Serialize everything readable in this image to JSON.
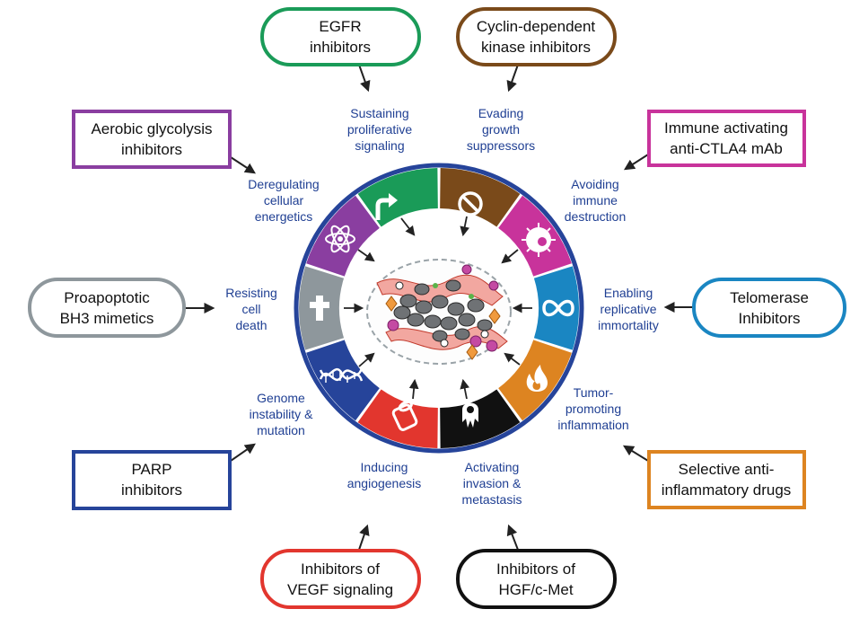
{
  "colors": {
    "ring_border": "#26449a",
    "hallmark_text": "#1f3f93",
    "arrow": "#222222"
  },
  "drugs": [
    {
      "id": "egfr",
      "lines": [
        "EGFR",
        "inhibitors"
      ],
      "color": "#1a9b58",
      "shape": "pill"
    },
    {
      "id": "cdk",
      "lines": [
        "Cyclin-dependent",
        "kinase inhibitors"
      ],
      "color": "#7a4a1a",
      "shape": "pill"
    },
    {
      "id": "immune",
      "lines": [
        "Immune activating",
        "anti-CTLA4 mAb"
      ],
      "color": "#c8339b",
      "shape": "rect"
    },
    {
      "id": "telomerase",
      "lines": [
        "Telomerase",
        "Inhibitors"
      ],
      "color": "#1a86c2",
      "shape": "pill"
    },
    {
      "id": "antiinflam",
      "lines": [
        "Selective anti-",
        "inflammatory drugs"
      ],
      "color": "#dd8421",
      "shape": "rect"
    },
    {
      "id": "hgf",
      "lines": [
        "Inhibitors of",
        "HGF/c-Met"
      ],
      "color": "#111111",
      "shape": "pill"
    },
    {
      "id": "vegf",
      "lines": [
        "Inhibitors of",
        "VEGF signaling"
      ],
      "color": "#e2362e",
      "shape": "pill"
    },
    {
      "id": "parp",
      "lines": [
        "PARP",
        "inhibitors"
      ],
      "color": "#26449a",
      "shape": "rect"
    },
    {
      "id": "bh3",
      "lines": [
        "Proapoptotic",
        "BH3 mimetics"
      ],
      "color": "#8e979c",
      "shape": "pill"
    },
    {
      "id": "glycolysis",
      "lines": [
        "Aerobic glycolysis",
        "inhibitors"
      ],
      "color": "#8a3ea0",
      "shape": "rect"
    }
  ],
  "hallmarks": [
    {
      "id": "proliferative",
      "lines": [
        "Sustaining",
        "proliferative",
        "signaling"
      ],
      "color": "#1a9b58",
      "icon": "arrow-icon"
    },
    {
      "id": "growth",
      "lines": [
        "Evading",
        "growth",
        "suppressors"
      ],
      "color": "#7a4a1a",
      "icon": "prohibition-icon"
    },
    {
      "id": "immune",
      "lines": [
        "Avoiding",
        "immune",
        "destruction"
      ],
      "color": "#c8339b",
      "icon": "immune-cell-icon"
    },
    {
      "id": "immortality",
      "lines": [
        "Enabling",
        "replicative",
        "immortality"
      ],
      "color": "#1a86c2",
      "icon": "infinity-icon"
    },
    {
      "id": "inflammation",
      "lines": [
        "Tumor-",
        "promoting",
        "inflammation"
      ],
      "color": "#dd8421",
      "icon": "flame-icon"
    },
    {
      "id": "invasion",
      "lines": [
        "Activating",
        "invasion &",
        "metastasis"
      ],
      "color": "#111111",
      "icon": "migrating-cell-icon"
    },
    {
      "id": "angiogenesis",
      "lines": [
        "Inducing",
        "angiogenesis"
      ],
      "color": "#e2362e",
      "icon": "vessel-icon"
    },
    {
      "id": "genome",
      "lines": [
        "Genome",
        "instability &",
        "mutation"
      ],
      "color": "#26449a",
      "icon": "dna-icon"
    },
    {
      "id": "celldeath",
      "lines": [
        "Resisting",
        "cell",
        "death"
      ],
      "color": "#8e979c",
      "icon": "cross-icon"
    },
    {
      "id": "energetics",
      "lines": [
        "Deregulating",
        "cellular",
        "energetics"
      ],
      "color": "#8a3ea0",
      "icon": "atom-icon"
    }
  ]
}
